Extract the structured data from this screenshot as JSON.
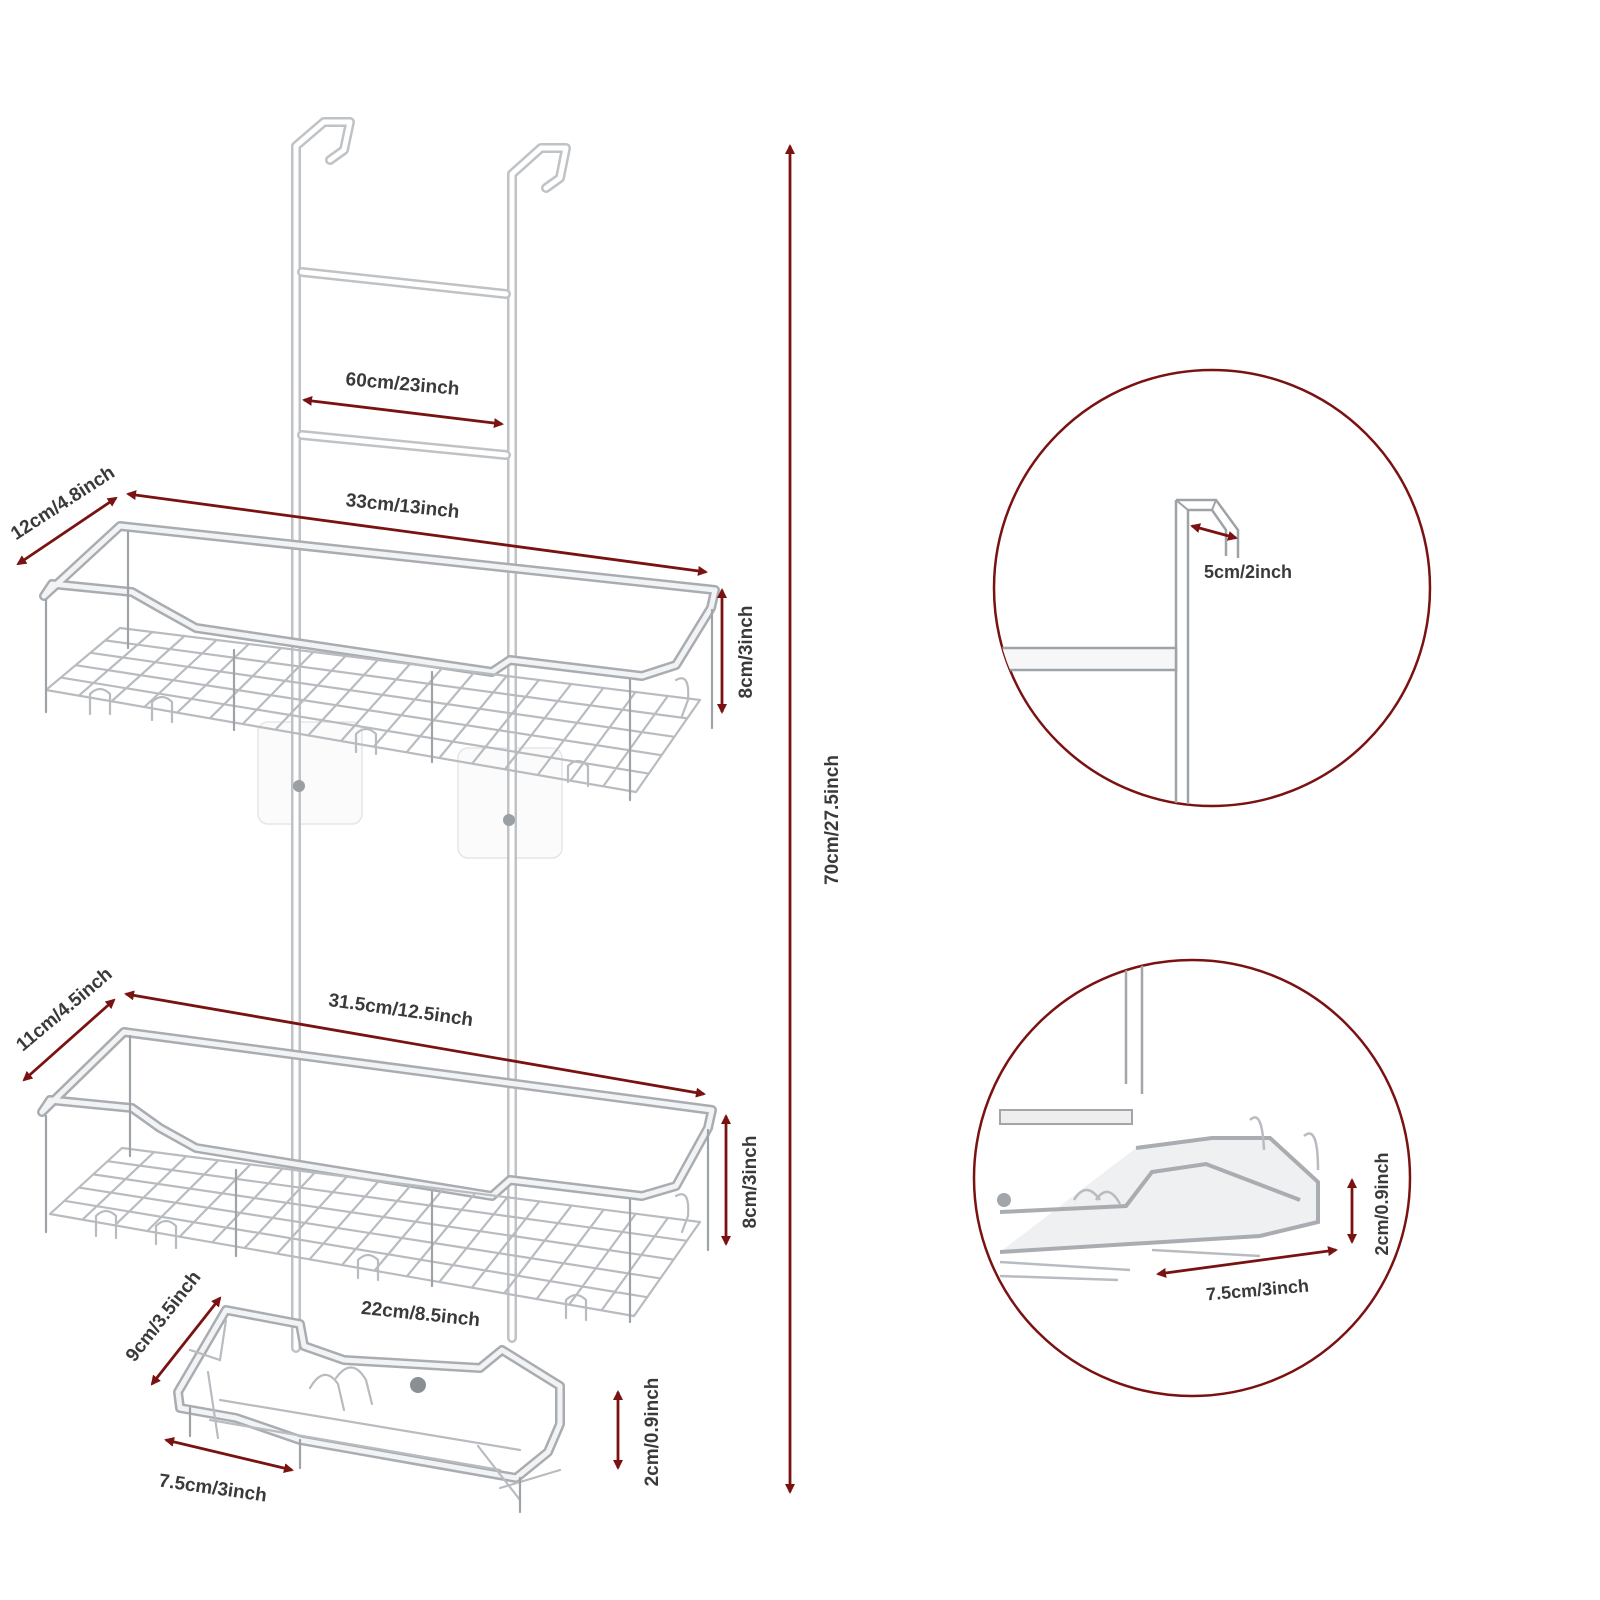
{
  "accent_color": "#7a1212",
  "metal_color": "#bfc3c6",
  "dimensions": {
    "overall_height": "70cm/27.5inch",
    "hook_spacing": "60cm/23inch",
    "top_basket_length": "33cm/13inch",
    "top_basket_depth": "12cm/4.8inch",
    "top_basket_height": "8cm/3inch",
    "middle_basket_length": "31.5cm/12.5inch",
    "middle_basket_depth": "11cm/4.5inch",
    "middle_basket_height": "8cm/3inch",
    "soap_tray_length": "22cm/8.5inch",
    "soap_tray_depth": "9cm/3.5inch",
    "soap_tray_width": "7.5cm/3inch",
    "soap_tray_height": "2cm/0.9inch"
  },
  "detail_hook": {
    "hook_opening": "5cm/2inch"
  },
  "detail_tray": {
    "tray_width": "7.5cm/3inch",
    "tray_height": "2cm/0.9inch"
  }
}
